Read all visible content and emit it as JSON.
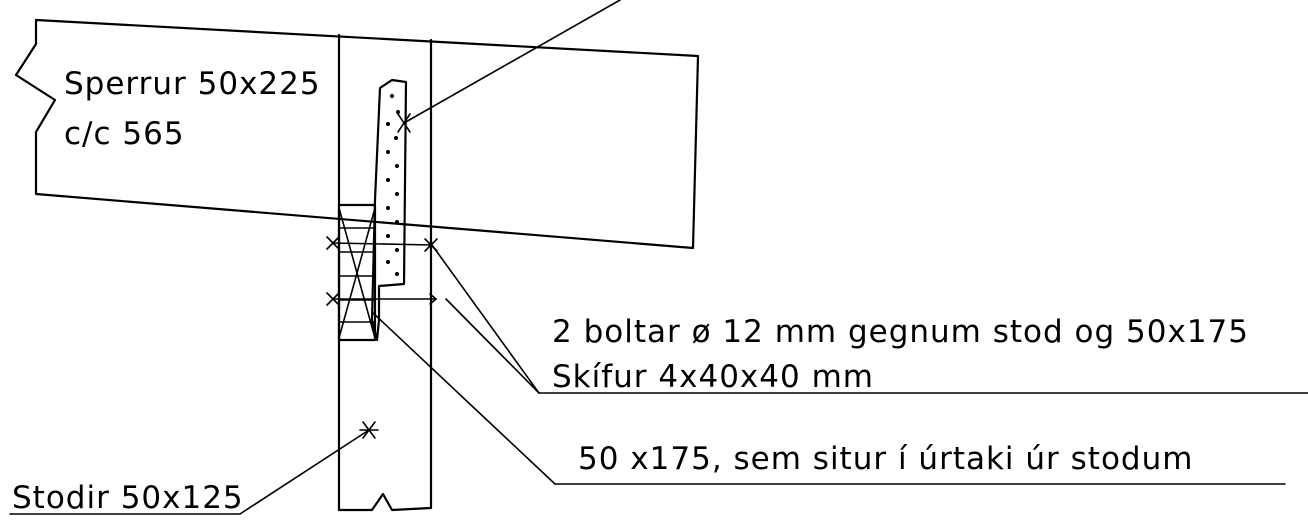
{
  "labels": {
    "rafter_line1": "Sperrur 50x225",
    "rafter_line2": "c/c 565",
    "bolts_line1": "2 boltar ø 12 mm gegnum stod og 50x175",
    "bolts_line2": "Skífur 4x40x40 mm",
    "block": "50 x175, sem situr í úrtaki úr stodum",
    "post": "Stodir 50x125"
  }
}
